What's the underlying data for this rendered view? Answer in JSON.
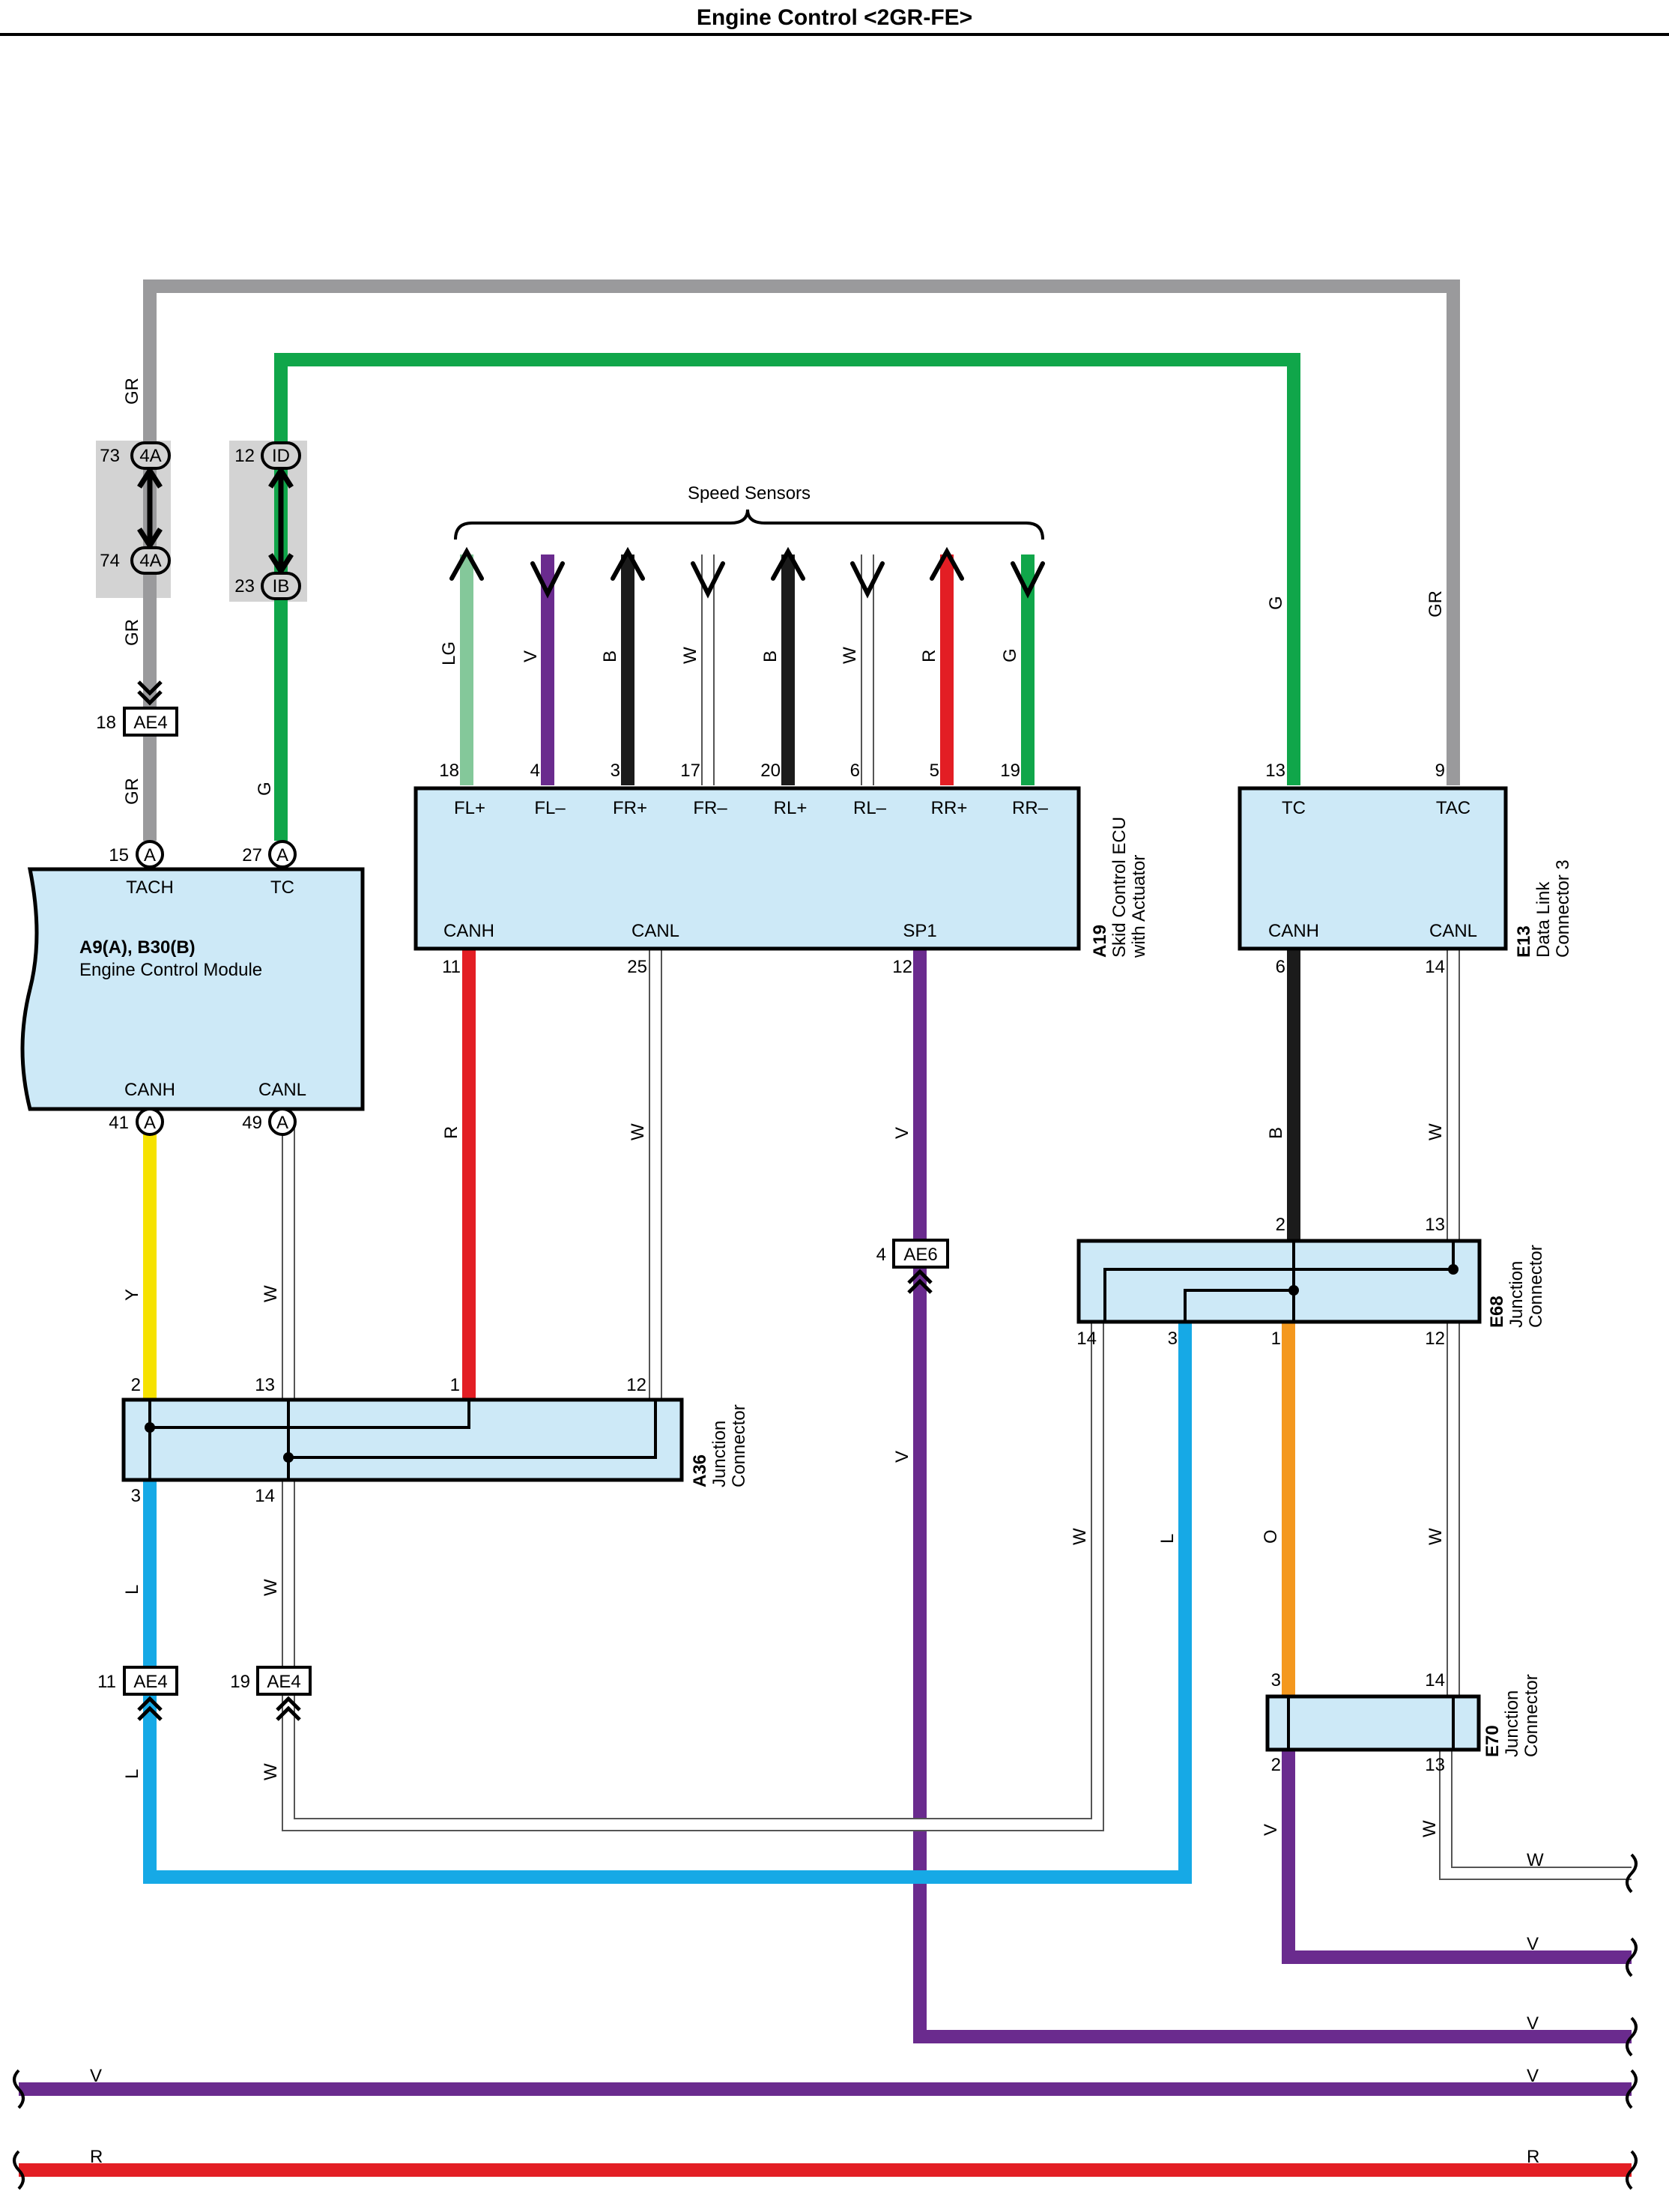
{
  "title": "Engine Control <2GR-FE>",
  "colors": {
    "GR": "#9a9a9c",
    "G": "#10a64a",
    "LG": "#84c89a",
    "V": "#6a2b8e",
    "B": "#1b1b1b",
    "W": "#ffffff",
    "R": "#e31e24",
    "Y": "#f6e200",
    "L": "#16a9e6",
    "O": "#f4981e",
    "box": "#cde9f7"
  },
  "wire_labels": {
    "gr_top": "GR",
    "gr_mid": "GR",
    "gr_low": "GR",
    "g_low": "G",
    "lg": "LG",
    "v": "V",
    "b1": "B",
    "w1": "W",
    "b2": "B",
    "w2": "W",
    "r": "R",
    "g": "G",
    "g_right": "G",
    "gr_right": "GR",
    "r_sk": "R",
    "w_sk": "W",
    "v_sk": "V",
    "b_dlc": "B",
    "w_dlc": "W",
    "y_ecm": "Y",
    "w_ecm": "W",
    "v_ae6": "V",
    "l_a36": "L",
    "w_a36": "W",
    "l_ae4": "L",
    "w_ae4": "W",
    "w_e68": "W",
    "l_e68": "L",
    "o_e68": "O",
    "w_e68r": "W",
    "v_e70": "V",
    "w_e70": "W",
    "w_out": "W",
    "v_out1": "V",
    "v_out2": "V",
    "v_out3": "V",
    "r_out": "R",
    "v_left": "V",
    "r_left": "R"
  },
  "connectors": {
    "c4a_top_pin": "73",
    "c4a_top": "4A",
    "c4a_bot_pin": "74",
    "c4a_bot": "4A",
    "cid_pin": "12",
    "cid": "ID",
    "cib_pin": "23",
    "cib": "IB",
    "ae4_top_pin": "18",
    "ae4_top": "AE4",
    "ae6_pin": "4",
    "ae6": "AE6",
    "ae4_l_pin": "11",
    "ae4_l": "AE4",
    "ae4_w_pin": "19",
    "ae4_w": "AE4"
  },
  "speed_sensors": {
    "label": "Speed Sensors",
    "pins": [
      "18",
      "4",
      "3",
      "17",
      "20",
      "6",
      "5",
      "19"
    ],
    "terminals": [
      "FL+",
      "FL–",
      "FR+",
      "FR–",
      "RL+",
      "RL–",
      "RR+",
      "RR–"
    ]
  },
  "ecm": {
    "id": "A9(A), B30(B)",
    "name": "Engine Control Module",
    "tach_pin": "15",
    "tach_conn": "A",
    "tach": "TACH",
    "tc_pin": "27",
    "tc_conn": "A",
    "tc": "TC",
    "canh": "CANH",
    "canl": "CANL",
    "canh_pin": "41",
    "canh_conn": "A",
    "canl_pin": "49",
    "canl_conn": "A"
  },
  "skid": {
    "id": "A19",
    "name1": "Skid Control ECU",
    "name2": "with Actuator",
    "canh": "CANH",
    "canl": "CANL",
    "sp1": "SP1",
    "canh_pin": "11",
    "canl_pin": "25",
    "sp1_pin": "12"
  },
  "dlc": {
    "id": "E13",
    "name1": "Data Link",
    "name2": "Connector 3",
    "tc": "TC",
    "tac": "TAC",
    "canh": "CANH",
    "canl": "CANL",
    "tc_pin": "13",
    "tac_pin": "9",
    "canh_pin": "6",
    "canl_pin": "14"
  },
  "a36": {
    "id": "A36",
    "name1": "Junction",
    "name2": "Connector",
    "p2": "2",
    "p13": "13",
    "p1": "1",
    "p12": "12",
    "p3": "3",
    "p14": "14"
  },
  "e68": {
    "id": "E68",
    "name1": "Junction",
    "name2": "Connector",
    "p2": "2",
    "p13": "13",
    "p14": "14",
    "p3": "3",
    "p1": "1",
    "p12": "12"
  },
  "e70": {
    "id": "E70",
    "name1": "Junction",
    "name2": "Connector",
    "p3": "3",
    "p14": "14",
    "p2": "2",
    "p13": "13"
  }
}
